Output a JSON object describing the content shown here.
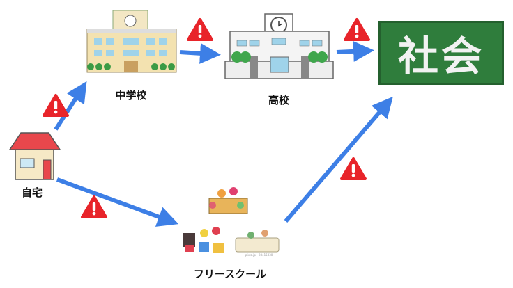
{
  "nodes": {
    "home": {
      "label": "自宅"
    },
    "middle_school": {
      "label": "中学校"
    },
    "high_school": {
      "label": "高校"
    },
    "society": {
      "label": "社会"
    },
    "free_school": {
      "label": "フリースクール",
      "watermark": "pixta.jp - 28415830"
    }
  },
  "colors": {
    "arrow": "#3d7fe6",
    "warning": "#e8242a",
    "board": "#2f7d3c"
  }
}
